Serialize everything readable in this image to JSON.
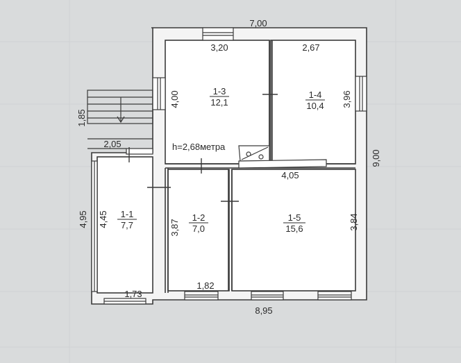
{
  "plan": {
    "height_note": "h=2,68метра",
    "dimensions": {
      "top_total": "7,00",
      "right_total": "9,00",
      "bottom_total": "8,95",
      "room13_top": "3,20",
      "room14_top": "2,67",
      "room13_left": "4,00",
      "room14_right": "3,96",
      "porch_top": "2,05",
      "stairs_left": "1,85",
      "mid_width": "4,05",
      "annex_outer_left": "4,95",
      "annex_inner_left": "4,45",
      "annex_bottom": "1,73",
      "room12_left": "3,87",
      "room12_bottom": "1,82",
      "room15_right": "3,84"
    },
    "rooms": [
      {
        "id": "1-1",
        "area": "7,7"
      },
      {
        "id": "1-2",
        "area": "7,0"
      },
      {
        "id": "1-3",
        "area": "12,1"
      },
      {
        "id": "1-4",
        "area": "10,4"
      },
      {
        "id": "1-5",
        "area": "15,6"
      }
    ]
  }
}
